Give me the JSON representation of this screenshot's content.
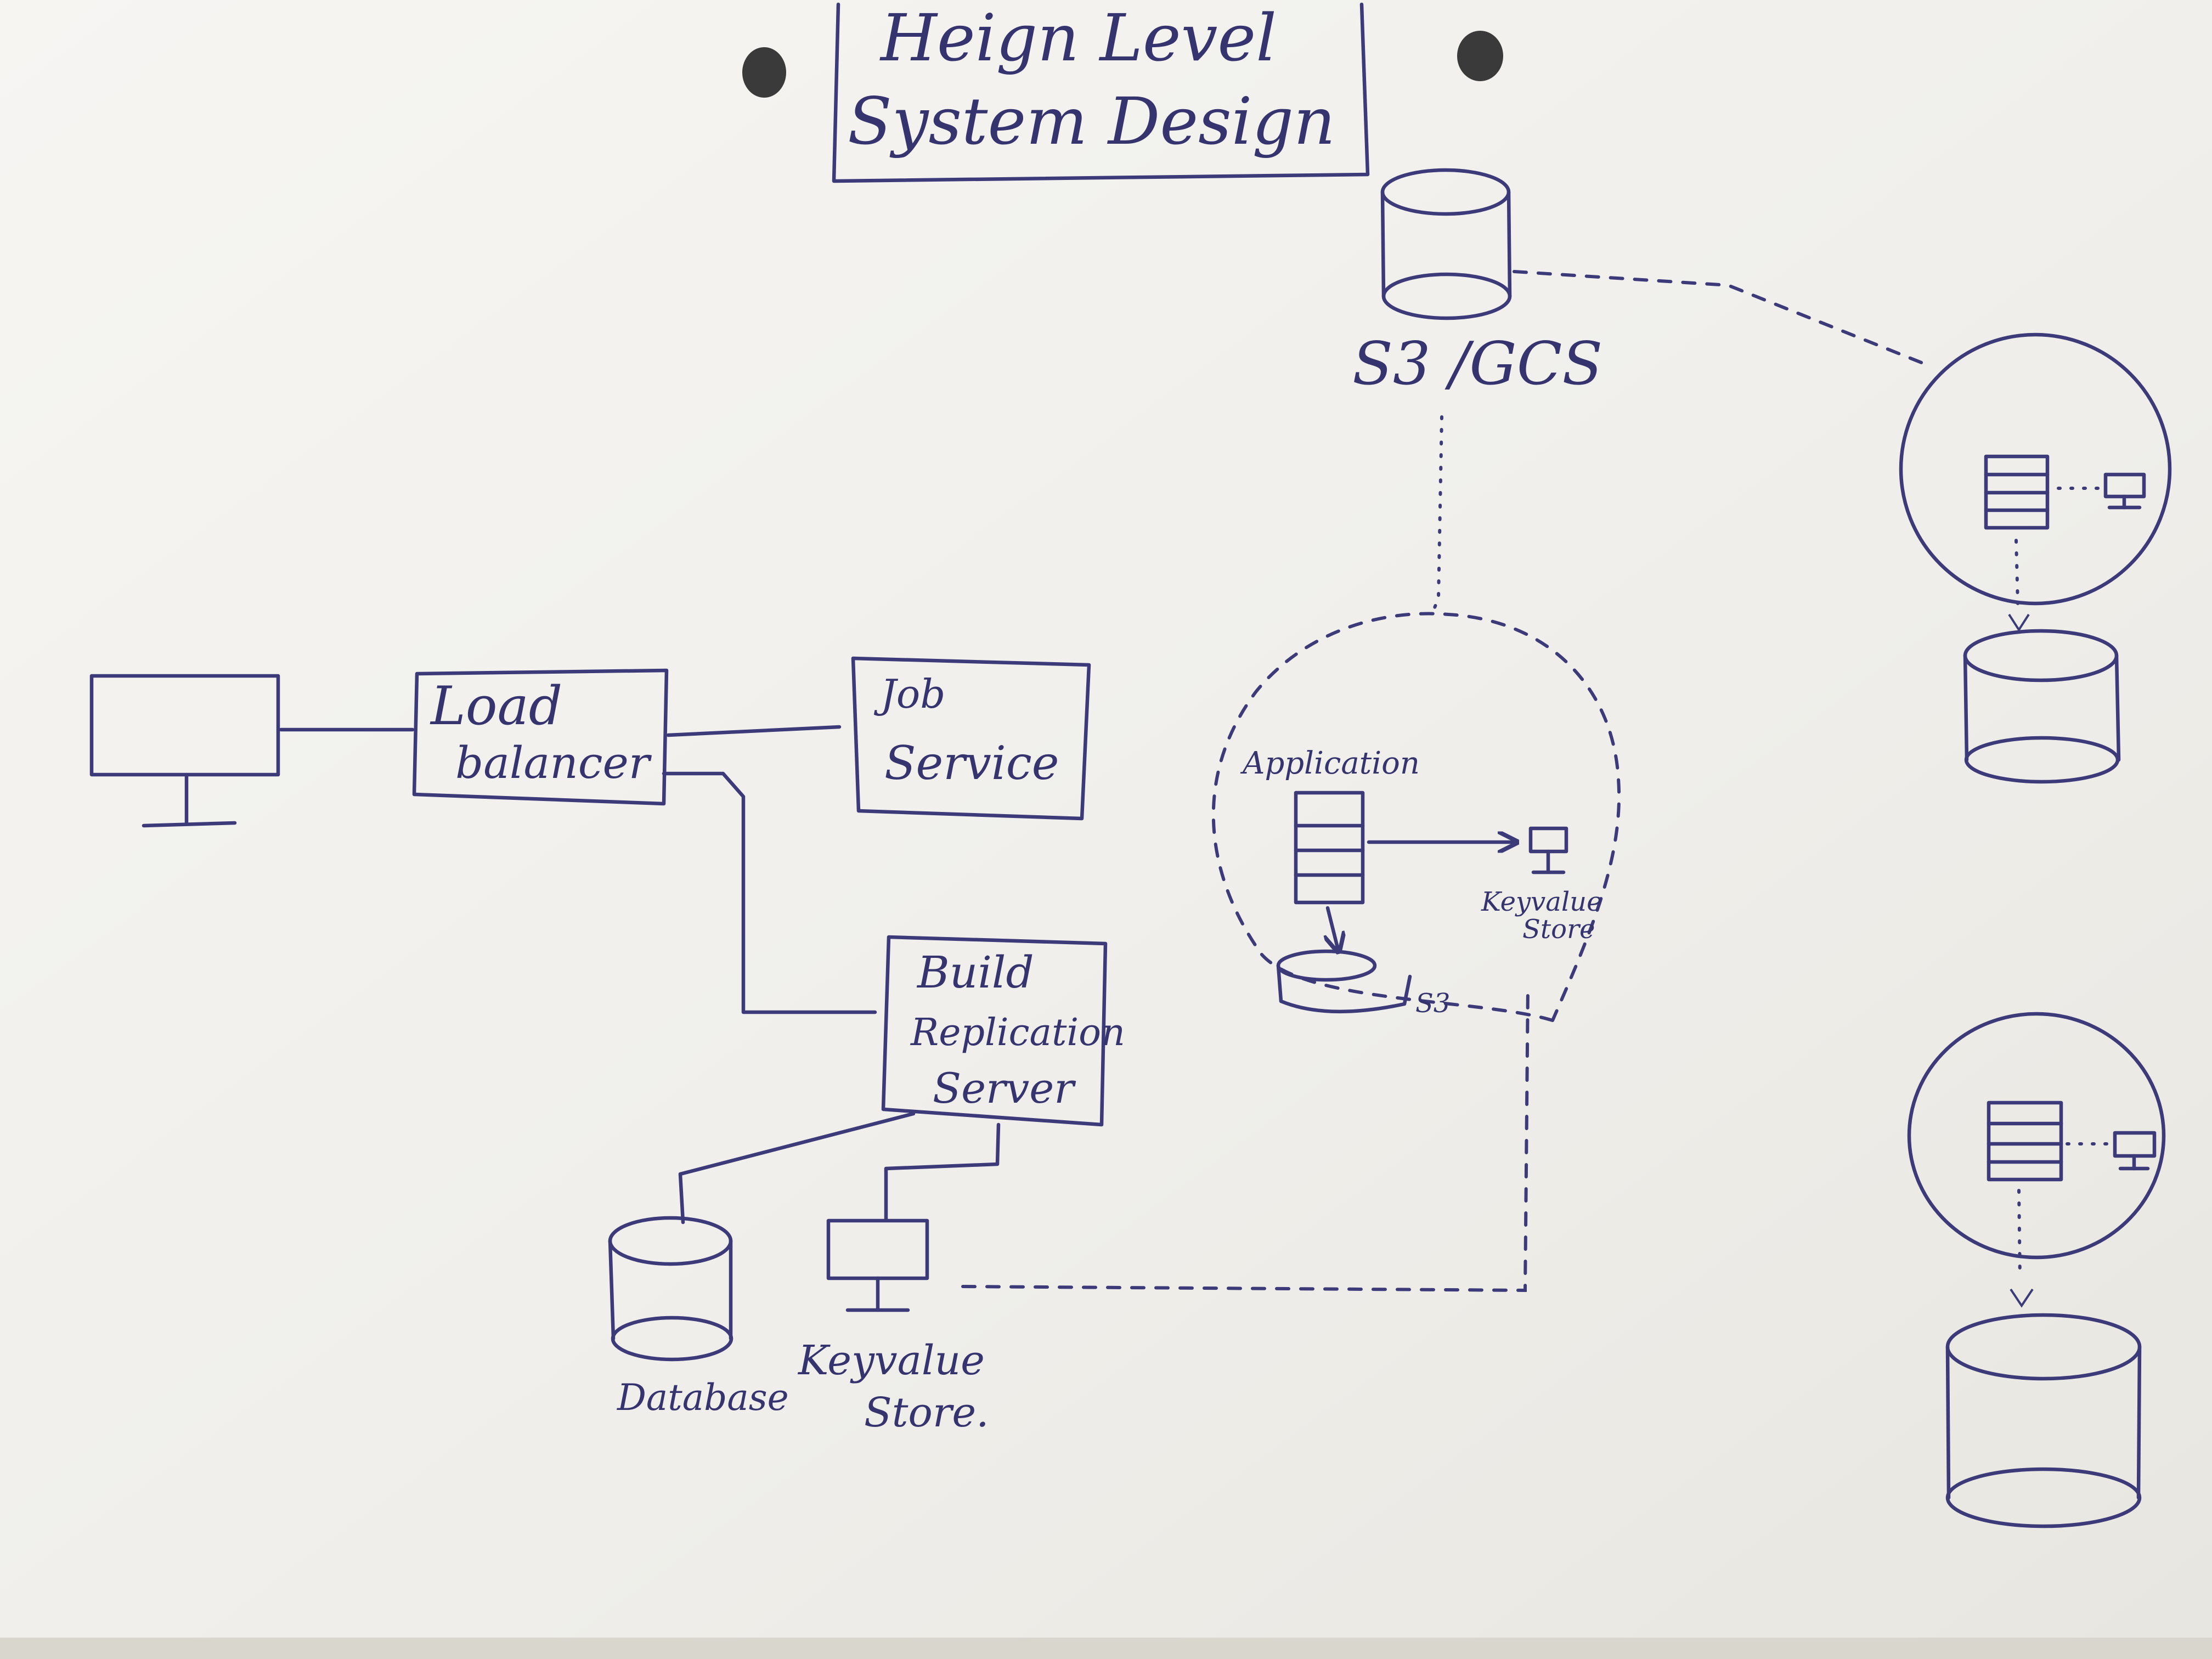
{
  "title": {
    "line1": "Heign Level",
    "line2": "System Design"
  },
  "nodes": {
    "client": {
      "icon": "monitor-icon"
    },
    "load_balancer": {
      "line1": "Load",
      "line2": "balancer"
    },
    "job_service": {
      "line1": "Job",
      "line2": "Service"
    },
    "build_replication": {
      "line1": "Build",
      "line2": "Replication",
      "line3": "Server"
    },
    "database": {
      "label": "Database"
    },
    "keyvalue_store": {
      "line1": "Keyvalue",
      "line2": "Store."
    },
    "s3_gcs": {
      "label": "S3 /GCS"
    },
    "application": {
      "label": "Application",
      "kv_line1": "Keyvalue",
      "kv_line2": "Store",
      "s3_label": "S3"
    }
  },
  "colors": {
    "ink": "#3c3a78",
    "paper": "#f4f3ef",
    "table": "#e7e4dc"
  }
}
